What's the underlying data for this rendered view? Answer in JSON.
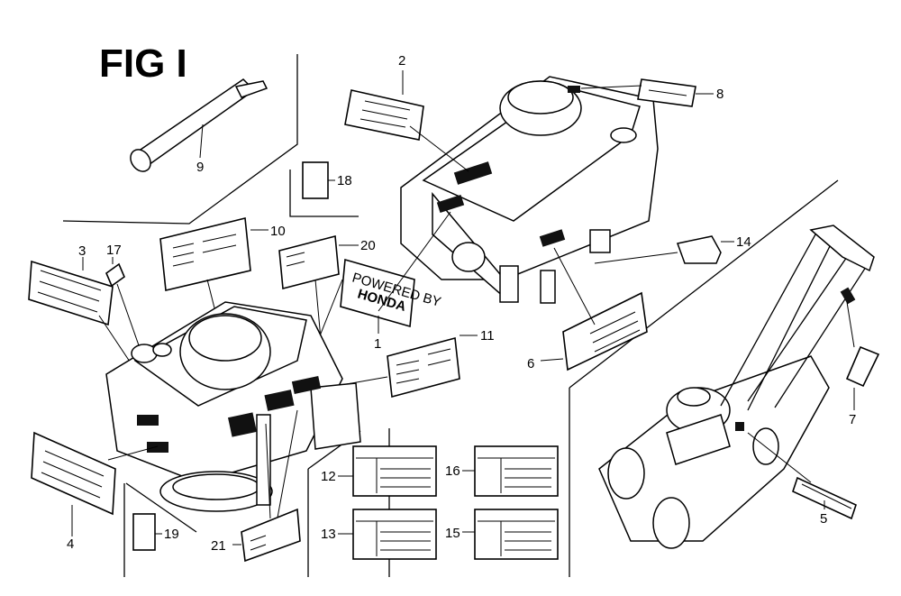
{
  "figure": {
    "title": "FIG I"
  },
  "callouts": [
    {
      "id": "c1",
      "text": "1"
    },
    {
      "id": "c2",
      "text": "2"
    },
    {
      "id": "c3",
      "text": "3"
    },
    {
      "id": "c4",
      "text": "4"
    },
    {
      "id": "c5",
      "text": "5"
    },
    {
      "id": "c6",
      "text": "6"
    },
    {
      "id": "c7",
      "text": "7"
    },
    {
      "id": "c8",
      "text": "8"
    },
    {
      "id": "c9",
      "text": "9"
    },
    {
      "id": "c10",
      "text": "10"
    },
    {
      "id": "c11",
      "text": "11"
    },
    {
      "id": "c12",
      "text": "12"
    },
    {
      "id": "c13",
      "text": "13"
    },
    {
      "id": "c14",
      "text": "14"
    },
    {
      "id": "c15",
      "text": "15"
    },
    {
      "id": "c16",
      "text": "16"
    },
    {
      "id": "c17",
      "text": "17"
    },
    {
      "id": "c18",
      "text": "18"
    },
    {
      "id": "c19",
      "text": "19"
    },
    {
      "id": "c20",
      "text": "20"
    },
    {
      "id": "c21",
      "text": "21"
    }
  ],
  "decal_text": {
    "powered_by_line1": "POWERED BY",
    "powered_by_line2": "HONDA"
  }
}
